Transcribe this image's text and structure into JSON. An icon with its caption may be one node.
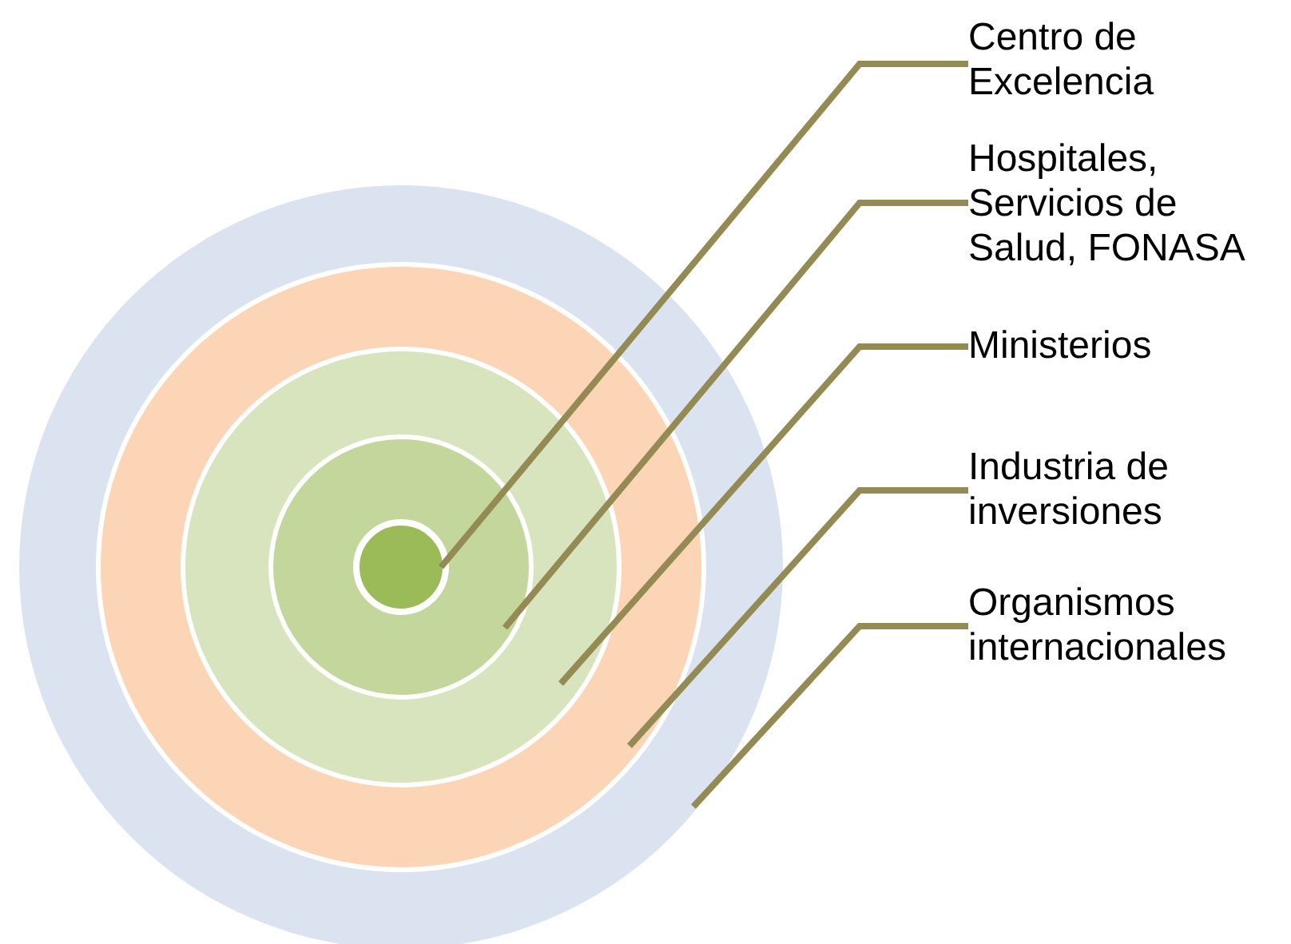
{
  "diagram": {
    "nodes": [
      {
        "text": [],
        "shape": "circle"
      },
      {
        "text": [],
        "shape": "circle",
        "in": 0
      },
      {
        "text": [],
        "shape": "circle",
        "in": 1
      },
      {
        "text": [],
        "shape": "circle",
        "in": 2
      },
      {
        "text": [],
        "shape": "circle",
        "in": 3
      },
      {
        "text": [
          "Centro de Excelencia"
        ]
      },
      {
        "text": [
          "Hospitales, Servicios de Salud, FONASA"
        ]
      },
      {
        "text": [
          "Ministerios"
        ]
      },
      {
        "text": [
          "Industria de inversiones"
        ]
      },
      {
        "text": [
          "Organismos internacionales"
        ]
      }
    ],
    "edges": [
      {
        "from": 5,
        "to": 4,
        "arrow": "none"
      },
      {
        "from": 6,
        "to": 3,
        "arrow": "none"
      },
      {
        "from": 7,
        "to": 2,
        "arrow": "none"
      },
      {
        "from": 8,
        "to": 1,
        "arrow": "none"
      },
      {
        "from": 9,
        "to": 0,
        "arrow": "none"
      }
    ]
  }
}
